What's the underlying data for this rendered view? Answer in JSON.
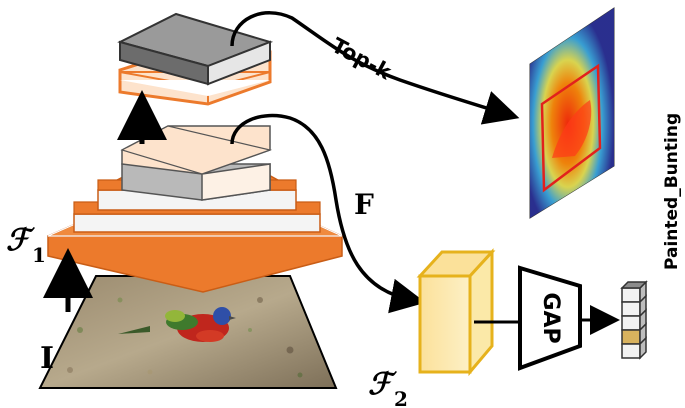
{
  "labels": {
    "topk": "Top-k",
    "F": "F",
    "F1_main": "ℱ",
    "F1_sub": "1",
    "F2_main": "ℱ",
    "F2_sub": "2",
    "I": "I",
    "gap": "GAP",
    "class_label": "Painted_Bunting"
  },
  "colors": {
    "orange_layer": "#ec7a2c",
    "orange_light": "#f6b27e",
    "peach": "#fde3cc",
    "gray_top": "#9a9a9a",
    "feature_yellow": "#fbe9a8",
    "feature_edge": "#e6b21c",
    "highlight_cell": "#d8b25e",
    "heatmap_box": "#e2211c"
  },
  "class_vector": {
    "cells": 5,
    "highlighted_index": 3
  }
}
